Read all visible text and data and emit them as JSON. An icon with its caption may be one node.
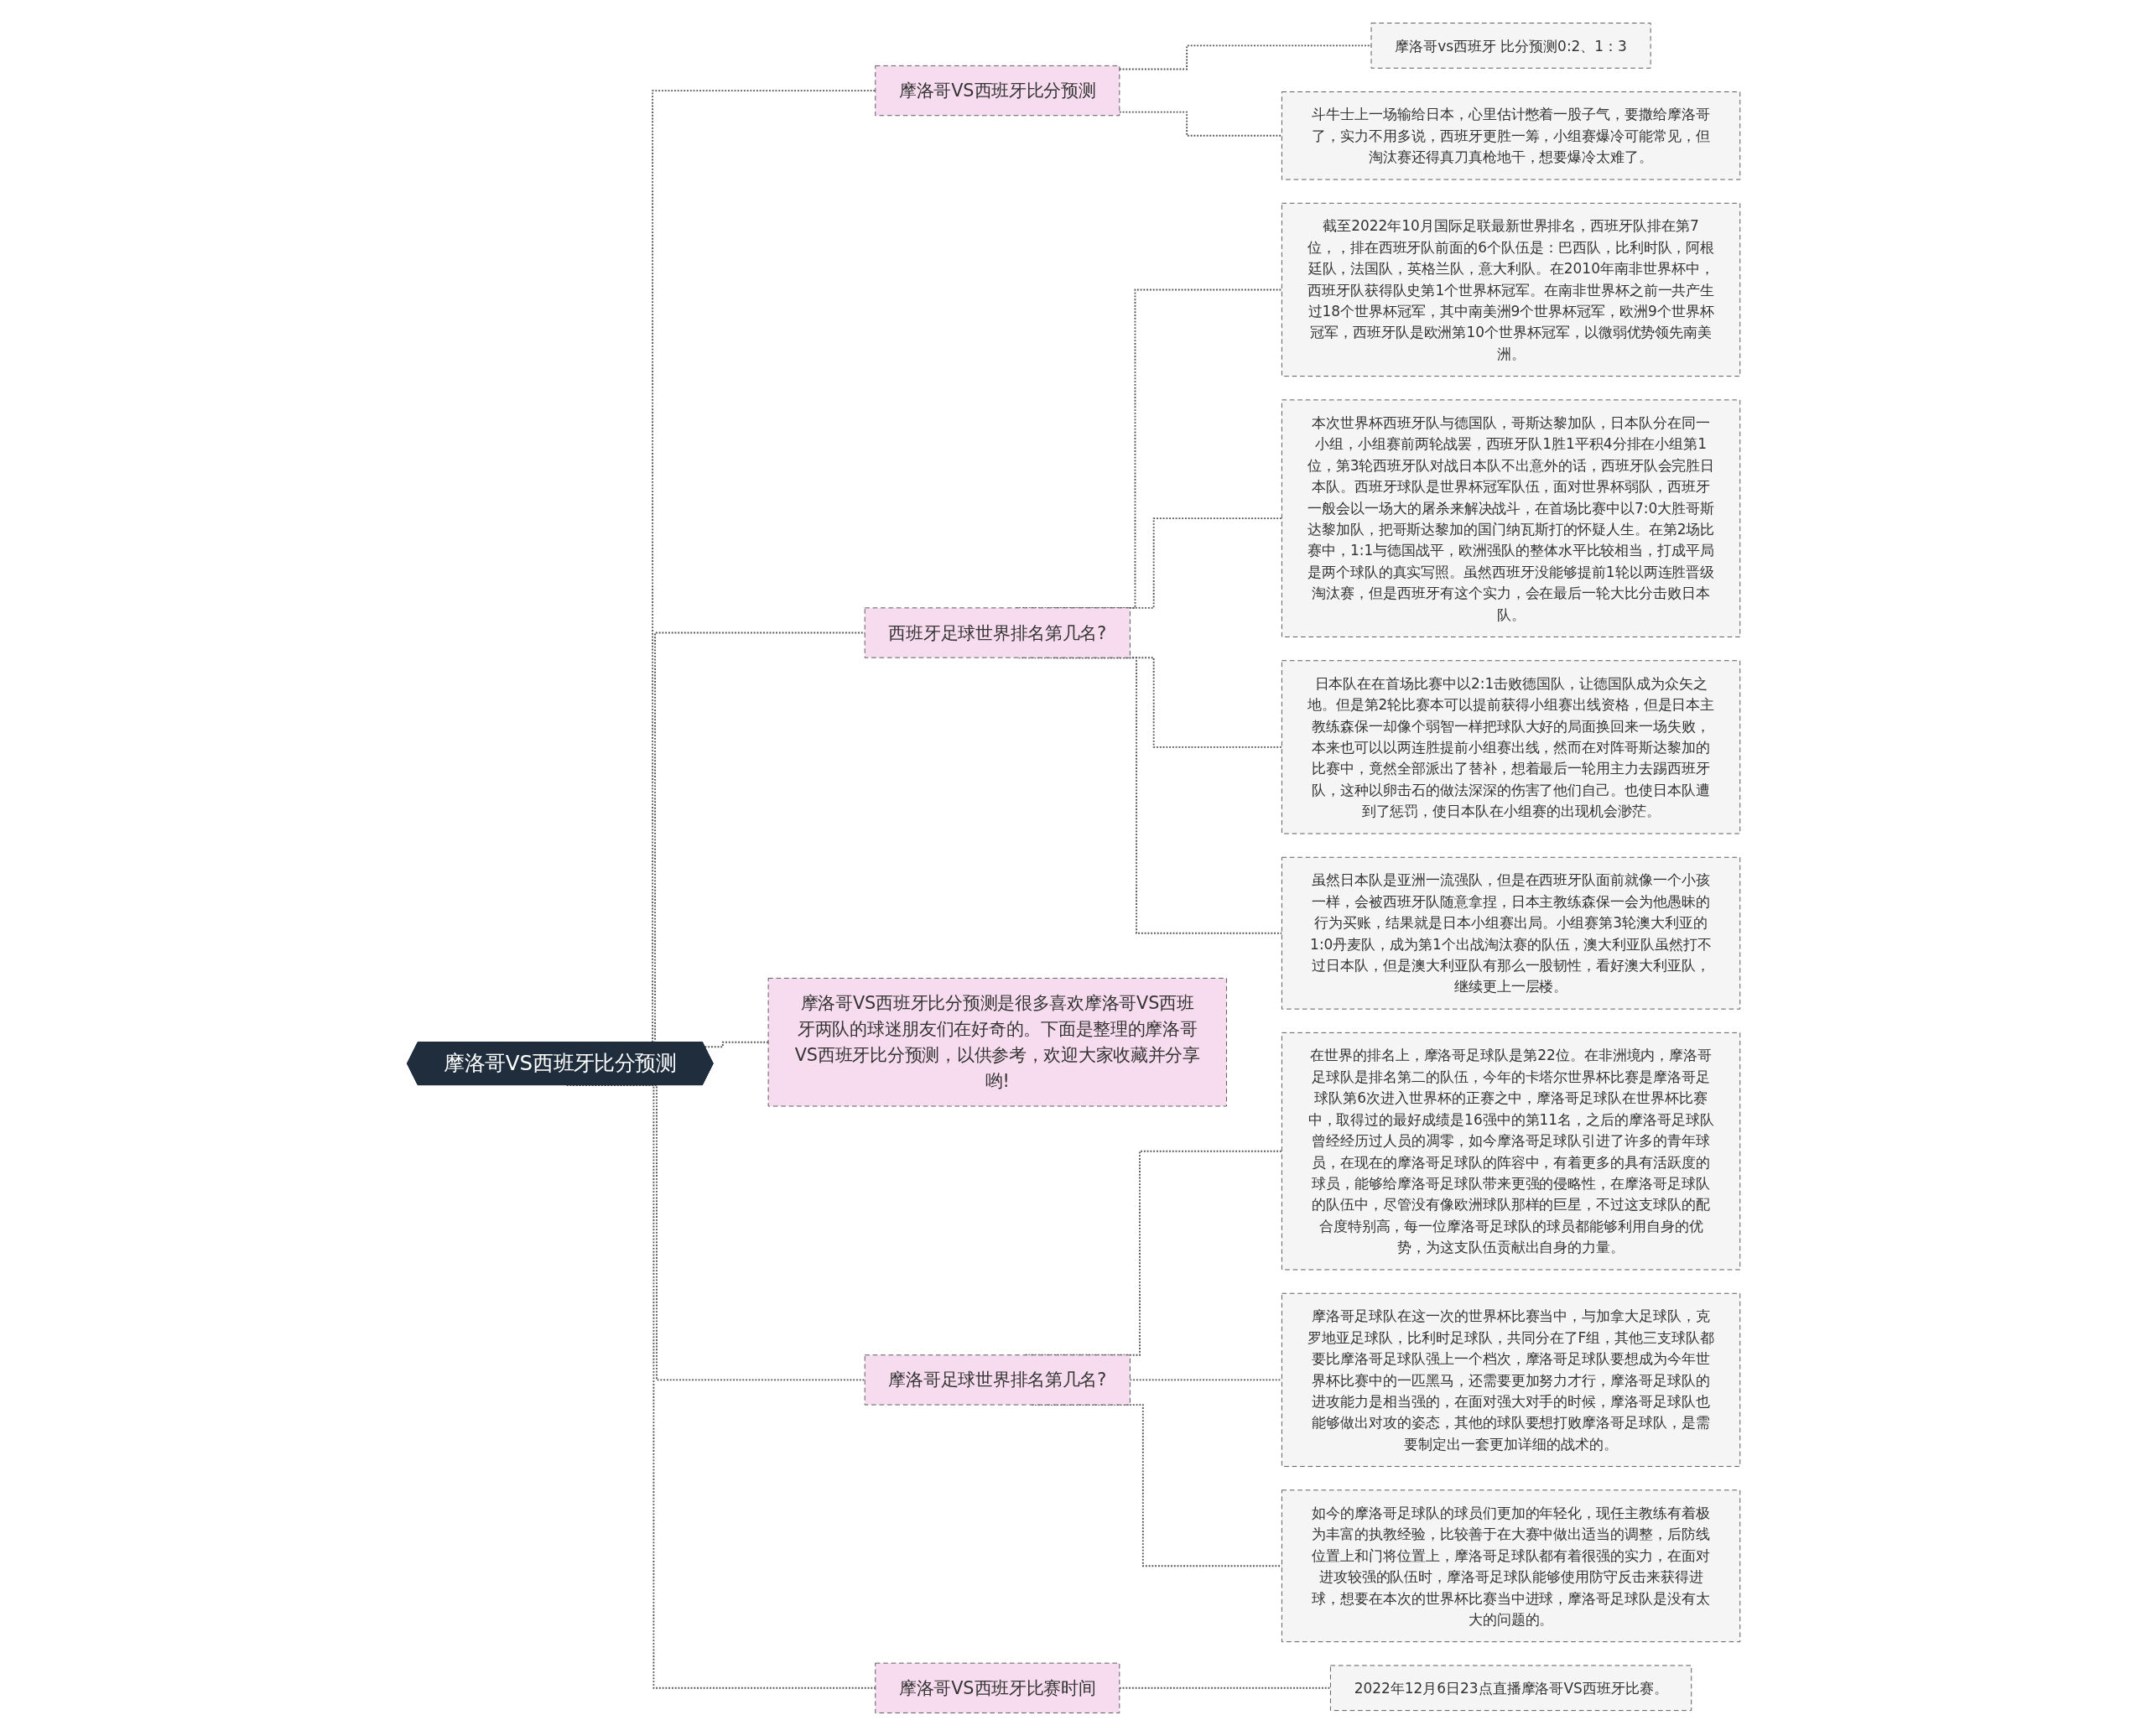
{
  "diagram": {
    "nodes": [
      {
        "text": [
          "摩洛哥VS西班牙比分预测"
        ]
      },
      {
        "text": [
          "摩洛哥VS西班牙比分预测"
        ]
      },
      {
        "text": [
          "摩洛哥vs西班牙 比分预测0:2、1：3"
        ]
      },
      {
        "text": [
          "斗牛士上一场输给日本，心里估计憋着一股子气，要撒给摩洛哥了，实力不用多说，西班牙更胜一筹，小组赛爆冷可能常见，但淘汰赛还得真刀真枪地干，想要爆冷太难了。"
        ]
      },
      {
        "text": [
          "西班牙足球世界排名第几名?"
        ]
      },
      {
        "text": [
          "截至2022年10月国际足联最新世界排名，西班牙队排在第7位，，排在西班牙队前面的6个队伍是：巴西队，比利时队，阿根廷队，法国队，英格兰队，意大利队。在2010年南非世界杯中，西班牙队获得队史第1个世界杯冠军。在南非世界杯之前一共产生过18个世界杯冠军，其中南美洲9个世界杯冠军，欧洲9个世界杯冠军，西班牙队是欧洲第10个世界杯冠军，以微弱优势领先南美洲。"
        ]
      },
      {
        "text": [
          "本次世界杯西班牙队与德国队，哥斯达黎加队，日本队分在同一小组，小组赛前两轮战罢，西班牙队1胜1平积4分排在小组第1位，第3轮西班牙队对战日本队不出意外的话，西班牙队会完胜日本队。西班牙球队是世界杯冠军队伍，面对世界杯弱队，西班牙一般会以一场大的屠杀来解决战斗，在首场比赛中以7:0大胜哥斯达黎加队，把哥斯达黎加的国门纳瓦斯打的怀疑人生。在第2场比赛中，1:1与德国战平，欧洲强队的整体水平比较相当，打成平局是两个球队的真实写照。虽然西班牙没能够提前1轮以两连胜晋级淘汰赛，但是西班牙有这个实力，会在最后一轮大比分击败日本队。"
        ]
      },
      {
        "text": [
          "日本队在在首场比赛中以2:1击败德国队，让德国队成为众矢之地。但是第2轮比赛本可以提前获得小组赛出线资格，但是日本主教练森保一却像个弱智一样把球队大好的局面换回来一场失败，本来也可以以两连胜提前小组赛出线，然而在对阵哥斯达黎加的比赛中，竟然全部派出了替补，想着最后一轮用主力去踢西班牙队，这种以卵击石的做法深深的伤害了他们自己。也使日本队遭到了惩罚，使日本队在小组赛的出现机会渺茫。"
        ]
      },
      {
        "text": [
          "虽然日本队是亚洲一流强队，但是在西班牙队面前就像一个小孩一样，会被西班牙队随意拿捏，日本主教练森保一会为他愚昧的行为买账，结果就是日本小组赛出局。小组赛第3轮澳大利亚的1:0丹麦队，成为第1个出战淘汰赛的队伍，澳大利亚队虽然打不过日本队，但是澳大利亚队有那么一股韧性，看好澳大利亚队，继续更上一层楼。"
        ]
      },
      {
        "text": [
          "摩洛哥VS西班牙比分预测是很多喜欢摩洛哥VS西班牙两队的球迷朋友们在好奇的。下面是整理的摩洛哥VS西班牙比分预测，以供参考，欢迎大家收藏并分享哟!"
        ]
      },
      {
        "text": [
          "摩洛哥足球世界排名第几名?"
        ]
      },
      {
        "text": [
          "在世界的排名上，摩洛哥足球队是第22位。在非洲境内，摩洛哥足球队是排名第二的队伍，今年的卡塔尔世界杯比赛是摩洛哥足球队第6次进入世界杯的正赛之中，摩洛哥足球队在世界杯比赛中，取得过的最好成绩是16强中的第11名，之后的摩洛哥足球队曾经经历过人员的凋零，如今摩洛哥足球队引进了许多的青年球员，在现在的摩洛哥足球队的阵容中，有着更多的具有活跃度的球员，能够给摩洛哥足球队带来更强的侵略性，在摩洛哥足球队的队伍中，尽管没有像欧洲球队那样的巨星，不过这支球队的配合度特别高，每一位摩洛哥足球队的球员都能够利用自身的优势，为这支队伍贡献出自身的力量。"
        ]
      },
      {
        "text": [
          "摩洛哥足球队在这一次的世界杯比赛当中，与加拿大足球队，克罗地亚足球队，比利时足球队，共同分在了F组，其他三支球队都要比摩洛哥足球队强上一个档次，摩洛哥足球队要想成为今年世界杯比赛中的一匹黑马，还需要更加努力才行，摩洛哥足球队的进攻能力是相当强的，在面对强大对手的时候，摩洛哥足球队也能够做出对攻的姿态，其他的球队要想打败摩洛哥足球队，是需要制定出一套更加详细的战术的。"
        ]
      },
      {
        "text": [
          "如今的摩洛哥足球队的球员们更加的年轻化，现任主教练有着极为丰富的执教经验，比较善于在大赛中做出适当的调整，后防线位置上和门将位置上，摩洛哥足球队都有着很强的实力，在面对进攻较强的队伍时，摩洛哥足球队能够使用防守反击来获得进球，想要在本次的世界杯比赛当中进球，摩洛哥足球队是没有太大的问题的。"
        ]
      },
      {
        "text": [
          "摩洛哥VS西班牙比赛时间"
        ]
      },
      {
        "text": [
          "2022年12月6日23点直播摩洛哥VS西班牙比赛。"
        ]
      }
    ],
    "edges": [
      {
        "from": 0,
        "to": 1,
        "arrow": "none",
        "style": "dashed"
      },
      {
        "from": 1,
        "to": 2,
        "arrow": "none",
        "style": "dashed"
      },
      {
        "from": 1,
        "to": 3,
        "arrow": "none",
        "style": "dashed"
      },
      {
        "from": 0,
        "to": 4,
        "arrow": "none",
        "style": "dashed"
      },
      {
        "from": 4,
        "to": 5,
        "arrow": "none",
        "style": "dashed"
      },
      {
        "from": 4,
        "to": 6,
        "arrow": "none",
        "style": "dashed"
      },
      {
        "from": 4,
        "to": 7,
        "arrow": "none",
        "style": "dashed"
      },
      {
        "from": 4,
        "to": 8,
        "arrow": "none",
        "style": "dashed"
      },
      {
        "from": 0,
        "to": 9,
        "arrow": "none",
        "style": "dashed"
      },
      {
        "from": 0,
        "to": 10,
        "arrow": "none",
        "style": "dashed"
      },
      {
        "from": 10,
        "to": 11,
        "arrow": "none",
        "style": "dashed"
      },
      {
        "from": 10,
        "to": 12,
        "arrow": "none",
        "style": "dashed"
      },
      {
        "from": 10,
        "to": 13,
        "arrow": "none",
        "style": "dashed"
      },
      {
        "from": 0,
        "to": 14,
        "arrow": "none",
        "style": "dashed"
      },
      {
        "from": 14,
        "to": 15,
        "arrow": "none",
        "style": "dashed"
      }
    ]
  }
}
